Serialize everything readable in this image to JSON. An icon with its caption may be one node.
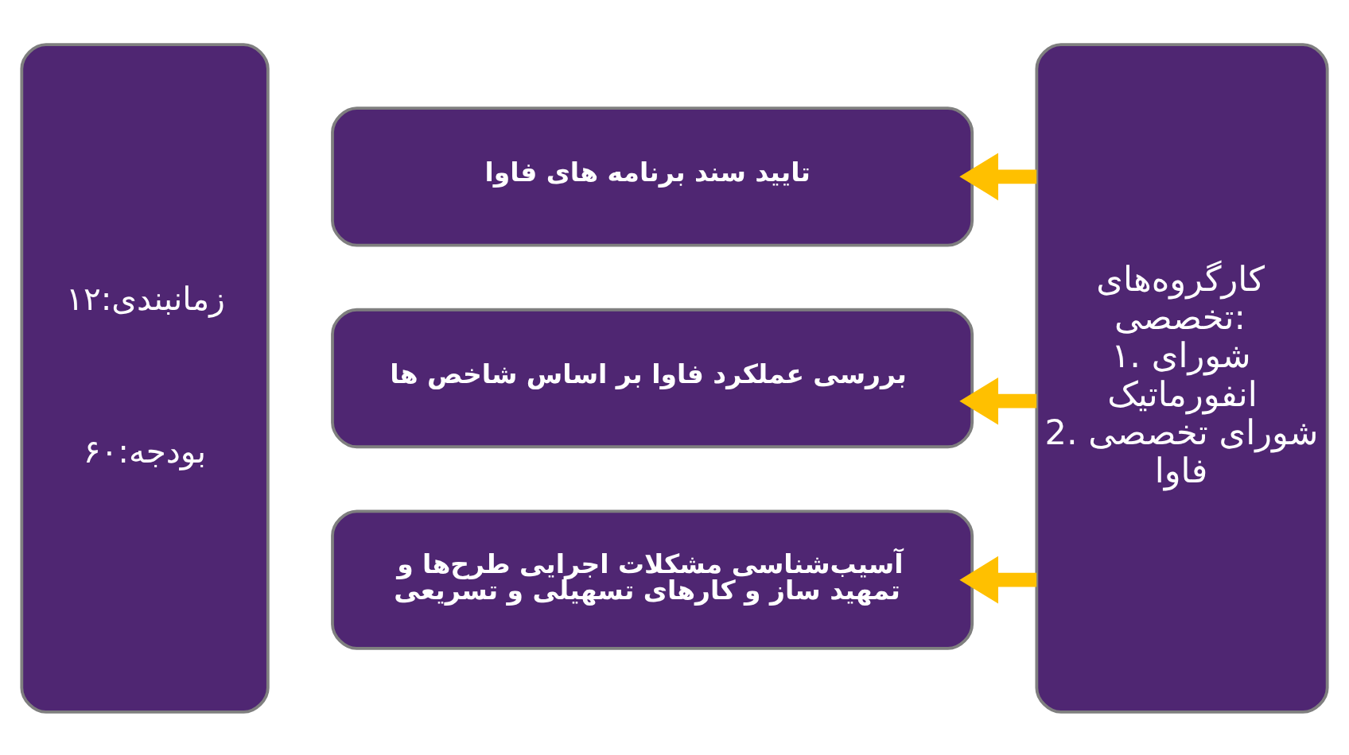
{
  "diagram": {
    "nodes": [
      {
        "text": [
          "کارگروه‌های تخصصی:",
          "۱. شورای انفورماتیک",
          "2. شورای تخصصی فاوا"
        ]
      },
      {
        "text": [
          "تایید سند برنامه های فاوا"
        ]
      },
      {
        "text": [
          "بررسی عملکرد فاوا بر اساس شاخص ها"
        ]
      },
      {
        "text": [
          "آسیب‌شناسی مشکلات اجرایی طرح‌ها و تمهید ساز و کارهای تسهیلی و تسریعی"
        ]
      },
      {
        "text": [
          "زمانبندی:۱۲",
          "بودجه:۶۰"
        ]
      }
    ],
    "edges": [
      {
        "from": 0,
        "to": 1,
        "arrow": "to"
      },
      {
        "from": 0,
        "to": 2,
        "arrow": "to"
      },
      {
        "from": 0,
        "to": 3,
        "arrow": "to"
      }
    ]
  }
}
